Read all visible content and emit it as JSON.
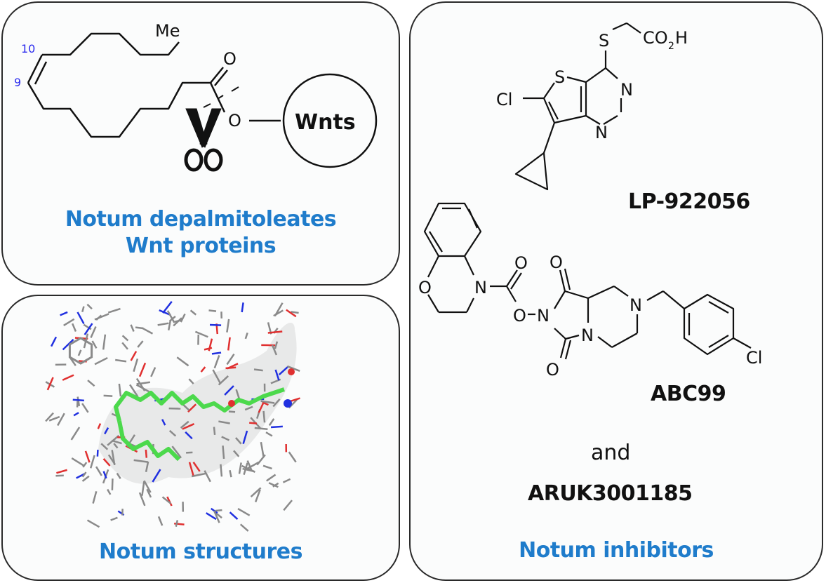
{
  "panels": {
    "depalmitoleation": {
      "title_line1": "Notum depalmitoleates",
      "title_line2": "Wnt proteins",
      "labels": {
        "methyl": "Me",
        "carbon_10": "10",
        "carbon_9": "9",
        "carbonyl_oxygen": "O",
        "ester_oxygen": "O",
        "protein": "Wnts"
      },
      "icons": [
        "scissors-icon"
      ]
    },
    "structures": {
      "title": "Notum structures"
    },
    "inhibitors": {
      "title": "Notum inhibitors",
      "compounds": [
        {
          "name": "LP-922056"
        },
        {
          "name": "ABC99"
        },
        {
          "name": "ARUK3001185"
        }
      ],
      "conjunction": "and",
      "lp922056_atoms": {
        "s_thioether": "S",
        "acid": "CO",
        "acid_sub": "2",
        "acid_h": "H",
        "s_ring": "S",
        "cl": "Cl",
        "n1": "N",
        "n2": "N"
      },
      "abc99_atoms": {
        "o_ring": "O",
        "n_ring": "N",
        "o_carbonyl": "O",
        "o_link": "O",
        "n_imide": "N",
        "o_top": "O",
        "o_bottom": "O",
        "n_bridge": "N",
        "n_pip": "N",
        "cl": "Cl"
      }
    }
  },
  "colors": {
    "title_blue": "#1f7ccb",
    "locant_blue": "#2a2aee",
    "ligand_green": "#4cd94c",
    "oxygen_red": "#e03030",
    "nitrogen_blue": "#2030e0",
    "carbon_gray": "#8a8a8a"
  }
}
